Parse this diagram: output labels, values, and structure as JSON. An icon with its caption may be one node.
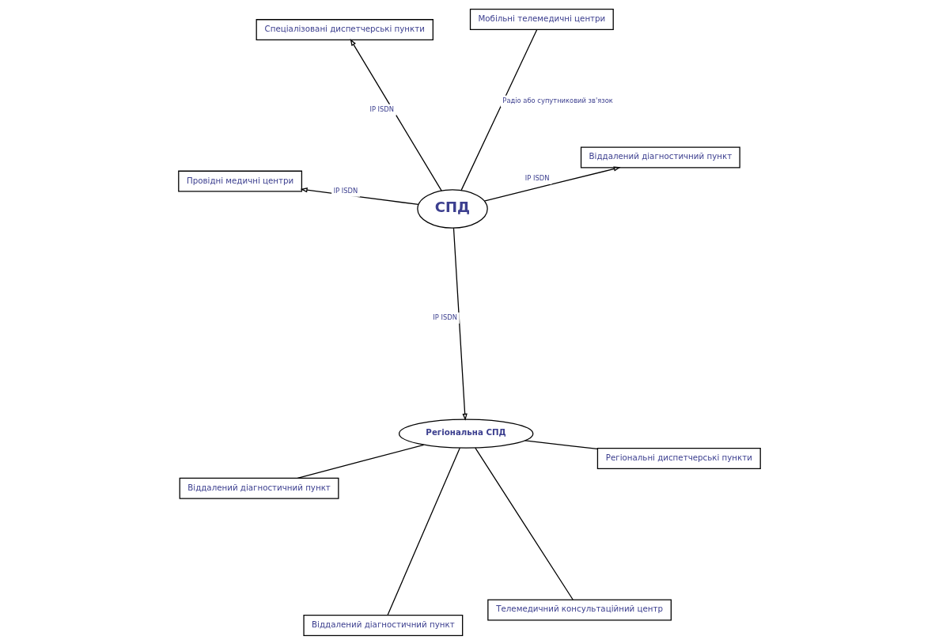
{
  "diagram": {
    "nodes": [
      {
        "text": [
          "Провідні медичні центри"
        ]
      },
      {
        "text": [
          "Віддалений діагностичний пункт"
        ]
      },
      {
        "text": [
          "СПД"
        ]
      },
      {
        "text": [
          "Спеціалізовані диспетчерські пункти"
        ]
      },
      {
        "text": [
          "Мобільні телемедичні центри"
        ]
      },
      {
        "text": [
          "Віддалений діагностичний пункт"
        ]
      },
      {
        "text": [
          "Регіональна СПД"
        ]
      },
      {
        "text": [
          "Регіональні диспетчерські пункти"
        ]
      },
      {
        "text": [
          "Телемедичний консультаційний центр"
        ]
      },
      {
        "text": [
          "Віддалений діагностичний пункт"
        ]
      }
    ],
    "edges": [
      {
        "from": 2,
        "to": 0,
        "arrow": "to",
        "label": "IP ISDN"
      },
      {
        "from": 2,
        "to": 1,
        "arrow": "to",
        "label": "IP ISDN"
      },
      {
        "from": 2,
        "to": 3,
        "arrow": "to",
        "label": "IP ISDN"
      },
      {
        "from": 2,
        "to": 4,
        "arrow": "none",
        "label": "Радіо або супутниковий зв'язок"
      },
      {
        "from": 2,
        "to": 6,
        "arrow": "to",
        "label": "IP ISDN"
      },
      {
        "from": 6,
        "to": 5,
        "arrow": "none"
      },
      {
        "from": 6,
        "to": 7,
        "arrow": "none"
      },
      {
        "from": 6,
        "to": 8,
        "arrow": "none"
      },
      {
        "from": 6,
        "to": 9,
        "arrow": "none"
      }
    ]
  }
}
